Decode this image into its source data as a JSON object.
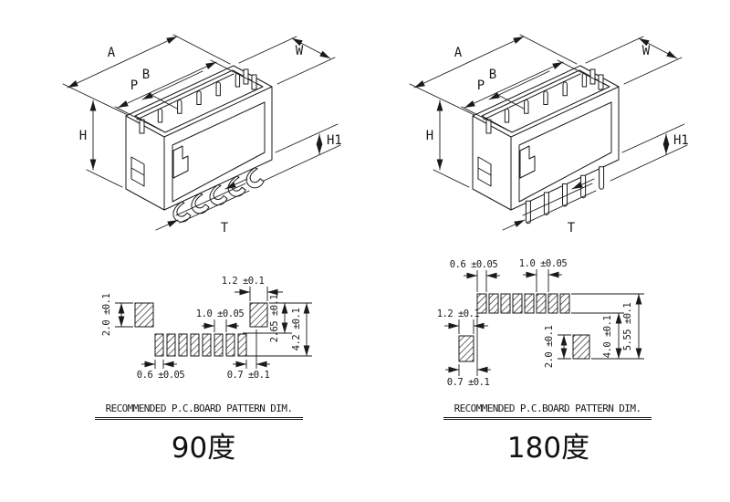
{
  "window": {
    "background": "#ffffff",
    "ink": "#1a1a1a"
  },
  "left_view": {
    "dims": {
      "A": "A",
      "B": "B",
      "P": "P",
      "W": "W",
      "H": "H",
      "H1": "H1",
      "T": "T"
    },
    "pattern_dims": {
      "side_pad_height": "2.0 ±0.1",
      "corner_pad_width": "1.2 ±0.1",
      "pad_pitch": "1.0 ±0.05",
      "row_to_pad": "2.65 ±0.1",
      "overall_height": "4.2 ±0.1",
      "pad_width": "0.6 ±0.05",
      "end_offset": "0.7 ±0.1"
    },
    "caption": "RECOMMENDED P.C.BOARD PATTERN DIM.",
    "angle_label": "90度"
  },
  "right_view": {
    "dims": {
      "A": "A",
      "B": "B",
      "P": "P",
      "W": "W",
      "H": "H",
      "H1": "H1",
      "T": "T"
    },
    "pattern_dims": {
      "pad_width": "0.6 ±0.05",
      "pad_pitch": "1.0 ±0.05",
      "corner_pad_width": "1.2 ±0.1",
      "end_offset": "0.7 ±0.1",
      "side_pad_height": "2.0 ±0.1",
      "row_to_pad": "4.0 ±0.1",
      "overall_height": "5.55 ±0.1"
    },
    "caption": "RECOMMENDED P.C.BOARD PATTERN DIM.",
    "angle_label": "180度"
  }
}
